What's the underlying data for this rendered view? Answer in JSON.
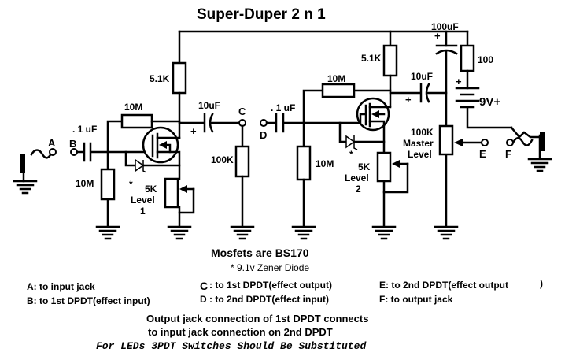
{
  "title": "Super-Duper 2 n 1",
  "components": {
    "c_100u": "100uF",
    "r_100": "100",
    "battery": "9V+",
    "r_5k1_a": "5.1K",
    "r_5k1_b": "5.1K",
    "r_10m_a": "10M",
    "r_10m_b": "10M",
    "r_10m_c": "10M",
    "r_10m_d": "10M",
    "r_100k": "100K",
    "c_10u_a": "10uF",
    "c_10u_b": "10uF",
    "c_01u_a": ". 1 uF",
    "c_01u_b": ". 1 uF",
    "pot1_value": "5K",
    "pot1_name_a": "Level",
    "pot1_name_b": "1",
    "pot2_value": "5K",
    "pot2_name_a": "Level",
    "pot2_name_b": "2",
    "master_a": "100K",
    "master_b": "Master",
    "master_c": "Level",
    "zener_mark_a": "*",
    "zener_mark_b": "*",
    "plus_a": "+",
    "plus_b": "+",
    "plus_c": "+",
    "plus_d": "+"
  },
  "nodes": {
    "a": "A",
    "b": "B",
    "c": "C",
    "d": "D",
    "e": "E",
    "f": "F"
  },
  "notes": {
    "mosfets": "Mosfets are BS170",
    "zener": "* 9.1v Zener Diode"
  },
  "legend": {
    "a": "A: to  input jack",
    "b": "B: to 1st DPDT(effect input)",
    "c1": "C",
    "c2": ": to 1st DPDT(effect output)",
    "d": "D : to 2nd DPDT(effect input)",
    "e": "E: to 2nd DPDT(effect output",
    "e_paren": ")",
    "f": "F: to  output jack"
  },
  "footer": {
    "line1": "Output jack connection of 1st DPDT connects",
    "line2": "to input jack connection on 2nd DPDT",
    "line3": "For LEDs 3PDT Switches Should Be Substituted"
  }
}
